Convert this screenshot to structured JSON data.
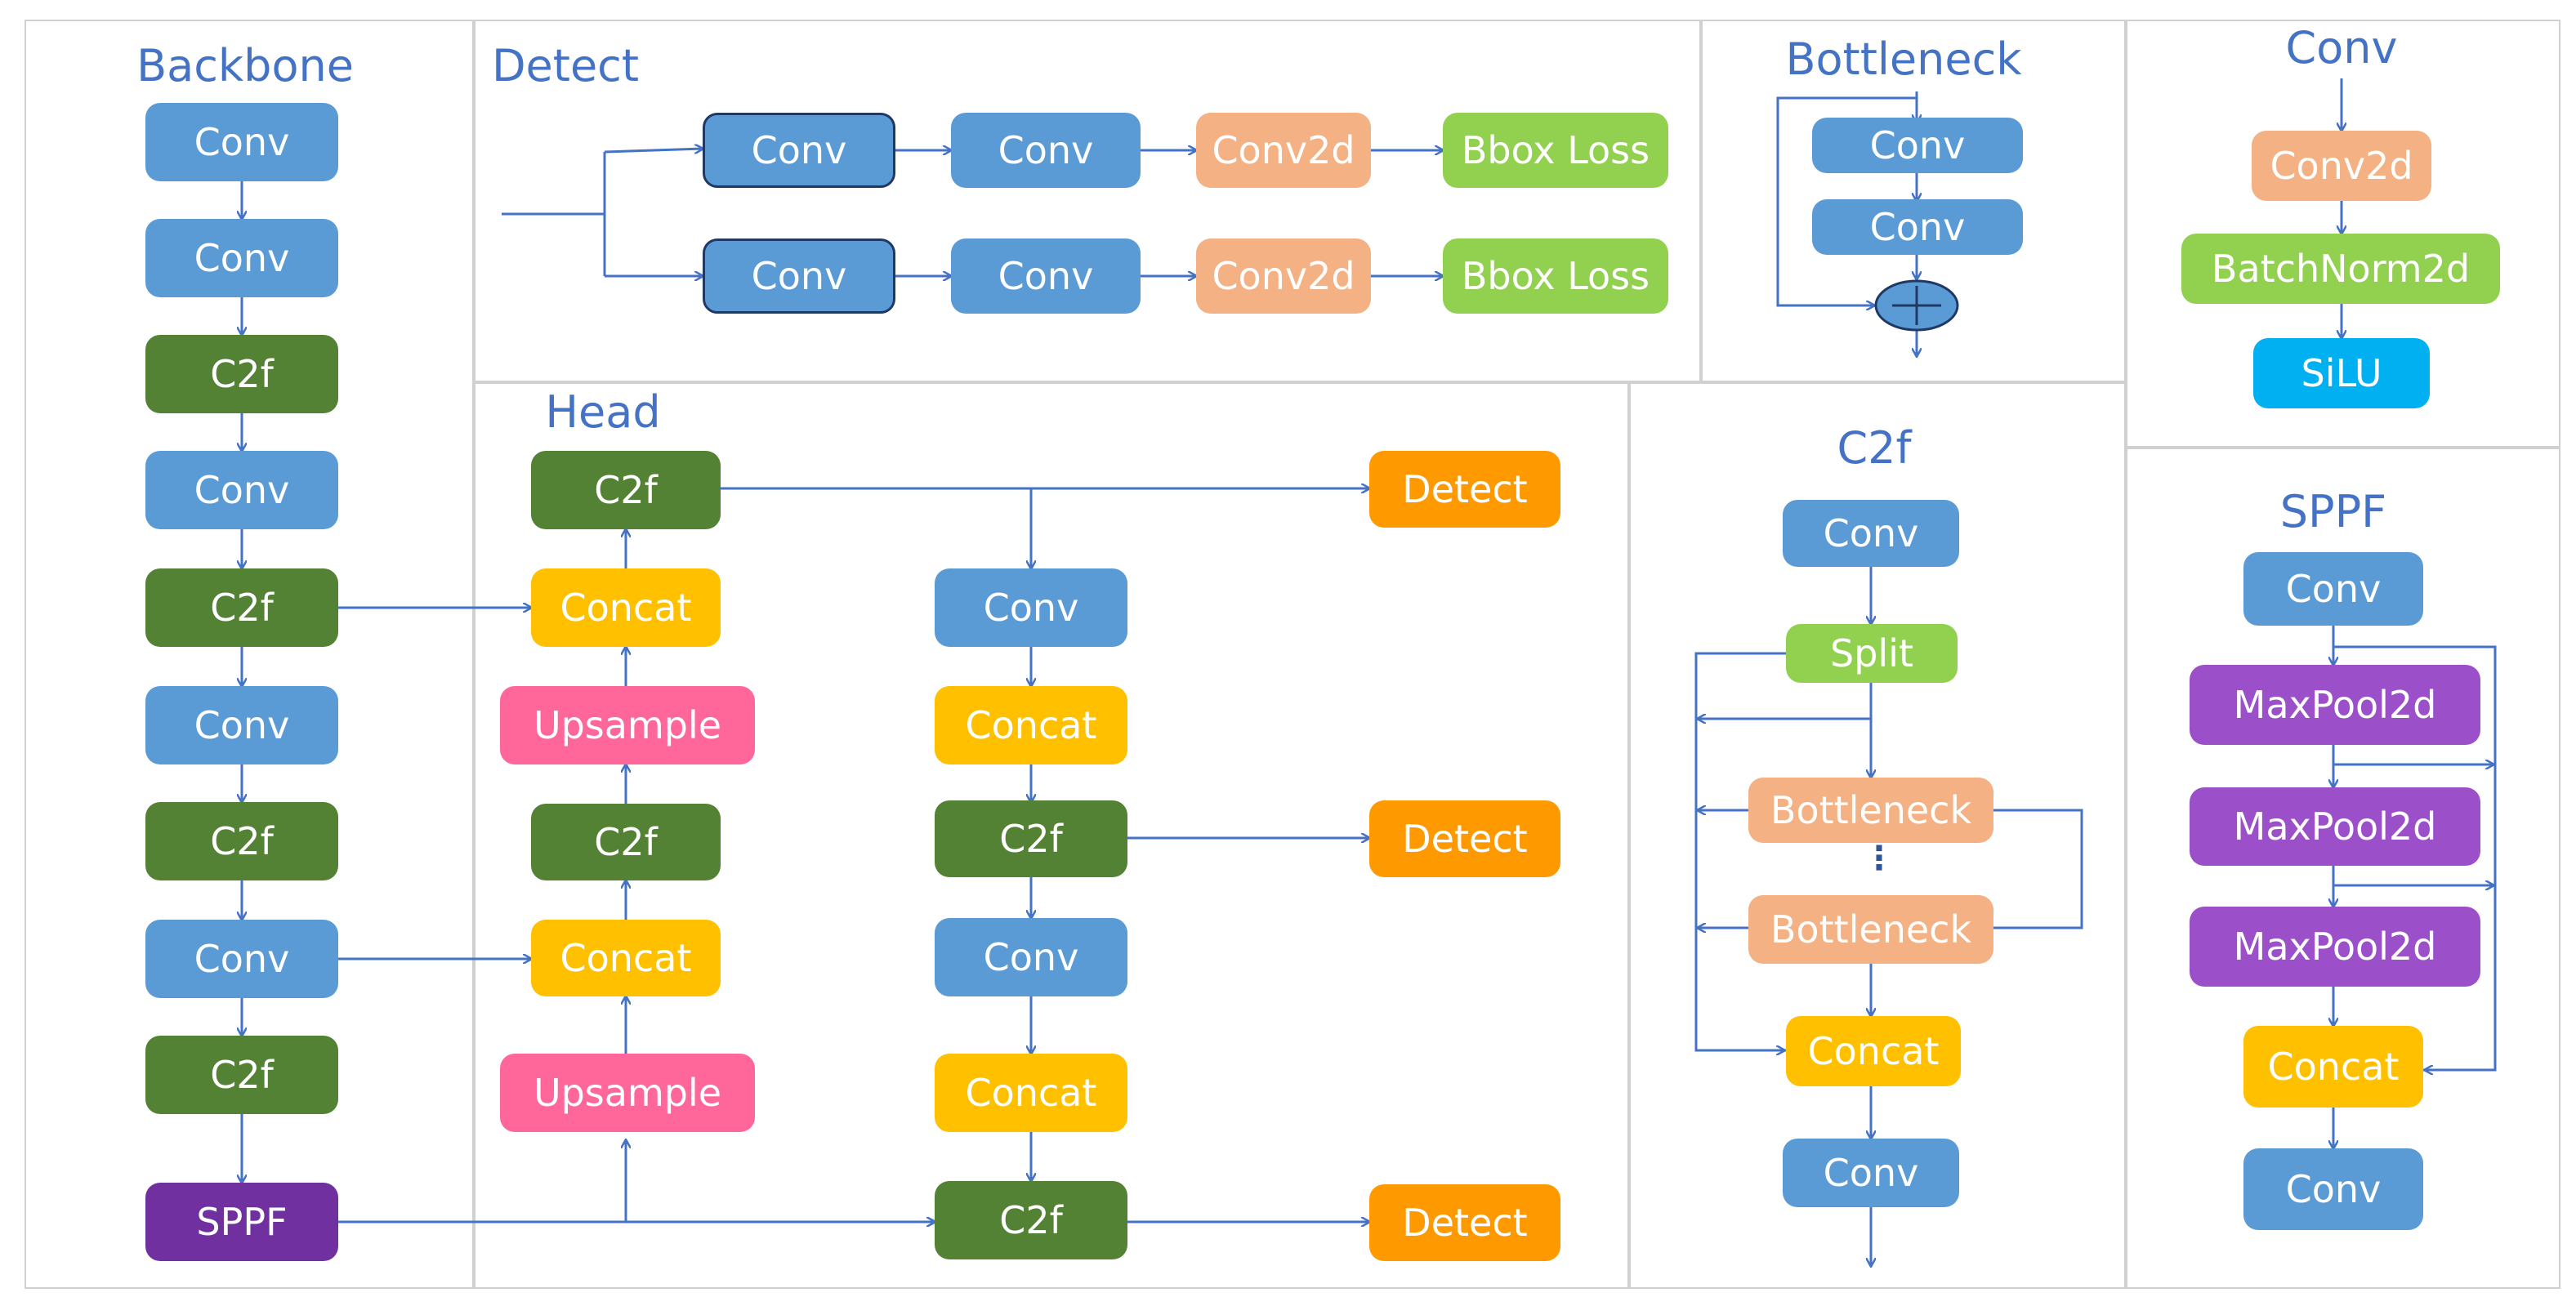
{
  "panels": {
    "backbone": {
      "title": "Backbone",
      "nodes": [
        "Conv",
        "Conv",
        "C2f",
        "Conv",
        "C2f",
        "Conv",
        "C2f",
        "Conv",
        "C2f",
        "SPPF"
      ]
    },
    "detect": {
      "title": "Detect",
      "row1": [
        "Conv",
        "Conv",
        "Conv2d",
        "Bbox Loss"
      ],
      "row2": [
        "Conv",
        "Conv",
        "Conv2d",
        "Bbox Loss"
      ]
    },
    "bottleneck": {
      "title": "Bottleneck",
      "nodes": [
        "Conv",
        "Conv"
      ],
      "add_symbol": "+"
    },
    "conv": {
      "title": "Conv",
      "nodes": [
        "Conv2d",
        "BatchNorm2d",
        "SiLU"
      ]
    },
    "head": {
      "title": "Head",
      "left": [
        "C2f",
        "Concat",
        "Upsample",
        "C2f",
        "Concat",
        "Upsample"
      ],
      "mid": [
        "Conv",
        "Concat",
        "C2f",
        "Conv",
        "Concat",
        "C2f"
      ],
      "detects": [
        "Detect",
        "Detect",
        "Detect"
      ]
    },
    "c2f": {
      "title": "C2f",
      "nodes": [
        "Conv",
        "Split",
        "Bottleneck",
        "Bottleneck",
        "Concat",
        "Conv"
      ],
      "ellipsis": "⋮"
    },
    "sppf": {
      "title": "SPPF",
      "nodes": [
        "Conv",
        "MaxPool2d",
        "MaxPool2d",
        "MaxPool2d",
        "Concat",
        "Conv"
      ]
    }
  },
  "colors": {
    "line": "#4472c4",
    "title": "#4472c4",
    "conv": "#5b9bd5",
    "c2f": "#548235",
    "sppf_block": "#7030a0",
    "concat": "#ffc000",
    "upsample": "#ff6699",
    "detect": "#ff9900",
    "conv2d": "#f4b183",
    "bbox_loss": "#92d050",
    "split": "#92d050",
    "maxpool": "#9b4fc9",
    "silu": "#00b0f0"
  }
}
